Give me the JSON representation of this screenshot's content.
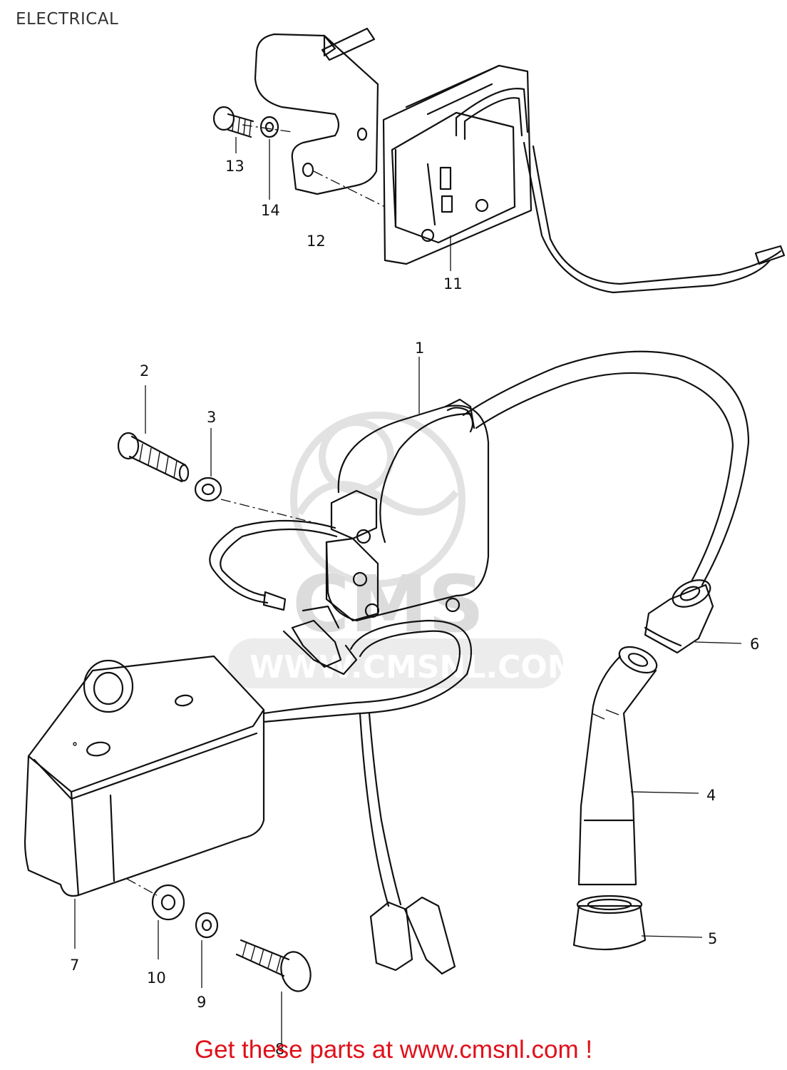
{
  "title": "ELECTRICAL",
  "footer": "Get these parts at www.cmsnl.com !",
  "watermark": {
    "brand": "CMS",
    "site": "WWW.CMSNL.COM"
  },
  "callouts": [
    {
      "id": "1",
      "label": "1"
    },
    {
      "id": "2",
      "label": "2"
    },
    {
      "id": "3",
      "label": "3"
    },
    {
      "id": "4",
      "label": "4"
    },
    {
      "id": "5",
      "label": "5"
    },
    {
      "id": "6",
      "label": "6"
    },
    {
      "id": "7",
      "label": "7"
    },
    {
      "id": "8",
      "label": "8"
    },
    {
      "id": "9",
      "label": "9"
    },
    {
      "id": "10",
      "label": "10"
    },
    {
      "id": "11",
      "label": "11"
    },
    {
      "id": "12",
      "label": "12"
    },
    {
      "id": "13",
      "label": "13"
    },
    {
      "id": "14",
      "label": "14"
    }
  ],
  "colors": {
    "footer": "#e0101a",
    "line": "#111111",
    "watermark": "#dcdcdc"
  }
}
